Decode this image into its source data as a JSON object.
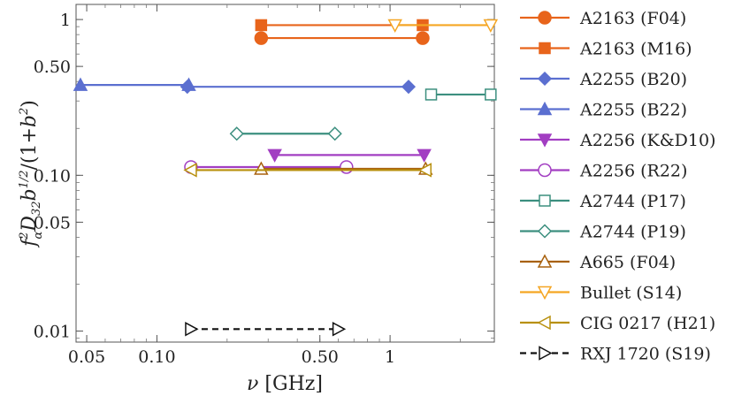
{
  "chart_data": {
    "type": "scatter",
    "xlabel": "ν [GHz]",
    "ylabel_parts": {
      "f": "f",
      "alpha_sub": "α",
      "f_sup": "2",
      "D": "D",
      "D_sub": "32",
      "b": "b",
      "b_sup": "1/2",
      "frac": "/(1+",
      "b2": "b",
      "b2_sup": "2",
      "close": ")"
    },
    "x_scale": "log",
    "y_scale": "log",
    "xlim": [
      0.045,
      2.8
    ],
    "ylim": [
      0.0085,
      1.25
    ],
    "x_ticks": [
      {
        "value": 0.05,
        "label": "0.05"
      },
      {
        "value": 0.1,
        "label": "0.10"
      },
      {
        "value": 0.5,
        "label": "0.50"
      },
      {
        "value": 1,
        "label": "1"
      }
    ],
    "y_ticks": [
      {
        "value": 0.01,
        "label": "0.01"
      },
      {
        "value": 0.05,
        "label": "0.05"
      },
      {
        "value": 0.1,
        "label": "0.10"
      },
      {
        "value": 0.5,
        "label": "0.50"
      },
      {
        "value": 1,
        "label": "1"
      }
    ],
    "grid": false,
    "legend_position": "right",
    "series": [
      {
        "name": "A2163 (F04)",
        "color": "#e8641b",
        "marker": "circle",
        "filled": true,
        "dashed": false,
        "x": [
          0.28,
          1.38
        ],
        "y": [
          0.76,
          0.76
        ]
      },
      {
        "name": "A2163 (M16)",
        "color": "#e8641b",
        "marker": "square",
        "filled": true,
        "dashed": false,
        "x": [
          0.28,
          1.38
        ],
        "y": [
          0.92,
          0.92
        ]
      },
      {
        "name": "A2255 (B20)",
        "color": "#5b6fd0",
        "marker": "diamond",
        "filled": true,
        "dashed": false,
        "x": [
          0.135,
          1.2
        ],
        "y": [
          0.37,
          0.37
        ]
      },
      {
        "name": "A2255 (B22)",
        "color": "#5b6fd0",
        "marker": "triangle-up",
        "filled": true,
        "dashed": false,
        "x": [
          0.047,
          0.137
        ],
        "y": [
          0.38,
          0.38
        ]
      },
      {
        "name": "A2256 (K&D10)",
        "color": "#a23ec2",
        "marker": "triangle-down",
        "filled": true,
        "dashed": false,
        "x": [
          0.32,
          1.4
        ],
        "y": [
          0.135,
          0.135
        ]
      },
      {
        "name": "A2256 (R22)",
        "color": "#a23ec2",
        "marker": "circle",
        "filled": false,
        "dashed": false,
        "x": [
          0.14,
          0.65
        ],
        "y": [
          0.113,
          0.113
        ]
      },
      {
        "name": "A2744 (P17)",
        "color": "#3c8f7f",
        "marker": "square",
        "filled": false,
        "dashed": false,
        "x": [
          1.5,
          2.7
        ],
        "y": [
          0.33,
          0.33
        ]
      },
      {
        "name": "A2744 (P19)",
        "color": "#3c8f7f",
        "marker": "diamond",
        "filled": false,
        "dashed": false,
        "x": [
          0.22,
          0.58
        ],
        "y": [
          0.185,
          0.185
        ]
      },
      {
        "name": "A665 (F04)",
        "color": "#a8610e",
        "marker": "triangle-up",
        "filled": false,
        "dashed": false,
        "x": [
          0.28,
          1.42
        ],
        "y": [
          0.11,
          0.11
        ]
      },
      {
        "name": "Bullet (S14)",
        "color": "#f5a623",
        "marker": "triangle-down",
        "filled": false,
        "dashed": false,
        "x": [
          1.05,
          2.7
        ],
        "y": [
          0.92,
          0.92
        ]
      },
      {
        "name": "CIG 0217 (H21)",
        "color": "#b8900e",
        "marker": "triangle-left",
        "filled": false,
        "dashed": false,
        "x": [
          0.14,
          1.42
        ],
        "y": [
          0.108,
          0.108
        ]
      },
      {
        "name": "RXJ 1720 (S19)",
        "color": "#111111",
        "marker": "triangle-right",
        "filled": false,
        "dashed": true,
        "x": [
          0.14,
          0.6
        ],
        "y": [
          0.0103,
          0.0103
        ]
      }
    ]
  }
}
